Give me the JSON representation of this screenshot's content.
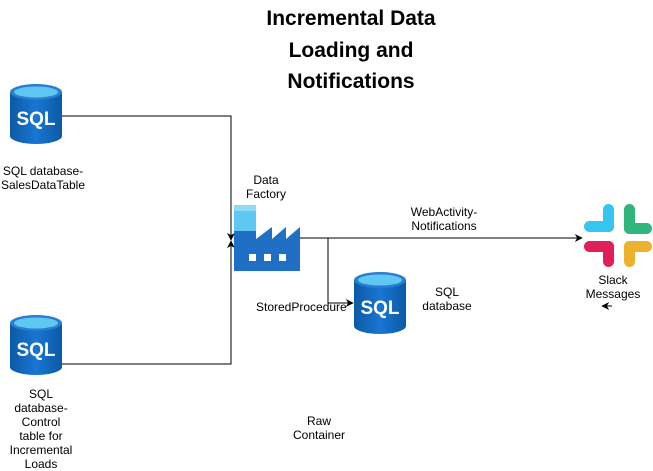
{
  "title": "Incremental Data\nLoading and\nNotifications",
  "nodes": {
    "sql_sales": {
      "label": "SQL database-\nSalesDataTable",
      "icon": "sql-database-icon",
      "icon_text": "SQL"
    },
    "sql_control": {
      "label": "SQL\ndatabase-\nControl\ntable for\nIncremental\nLoads",
      "icon": "sql-database-icon",
      "icon_text": "SQL"
    },
    "data_factory": {
      "label": "Data\nFactory",
      "icon": "data-factory-icon"
    },
    "sql_target": {
      "label": "SQL\ndatabase",
      "icon": "sql-database-icon",
      "icon_text": "SQL"
    },
    "slack": {
      "label": "Slack\nMessages",
      "icon": "slack-icon"
    },
    "raw_container": {
      "label": "Raw\nContainer"
    }
  },
  "edges": {
    "webactivity": "WebActivity-\nNotifications",
    "storedprocedure": "StoredProcedure"
  },
  "colors": {
    "azure_dark": "#0a5ca8",
    "azure_mid": "#1a76d2",
    "azure_light": "#5ec8f2",
    "factory_blue": "#1f6fc4",
    "slack_blue": "#36c5f0",
    "slack_green": "#2eb67d",
    "slack_yellow": "#ecb22e",
    "slack_red": "#e01e5a"
  }
}
